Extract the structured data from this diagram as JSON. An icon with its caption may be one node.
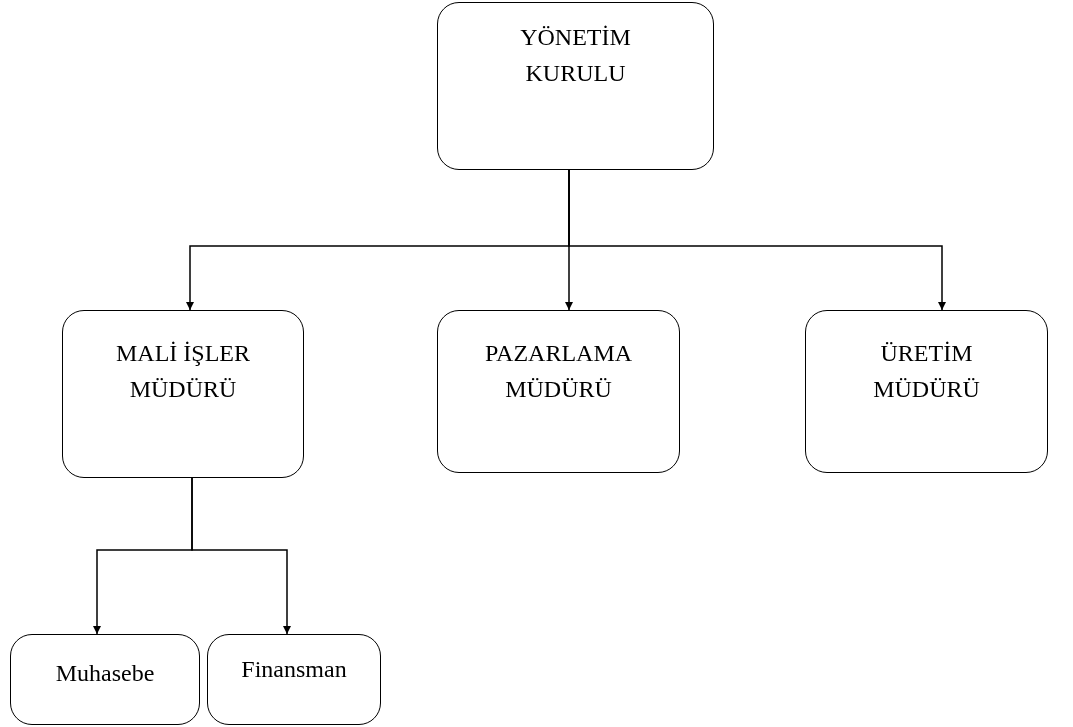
{
  "diagram": {
    "nodes": [
      {
        "text": [
          "YÖNETİM KURULU"
        ]
      },
      {
        "text": [
          "MALİ İŞLER MÜDÜRÜ"
        ]
      },
      {
        "text": [
          "PAZARLAMA MÜDÜRÜ"
        ]
      },
      {
        "text": [
          "ÜRETİM MÜDÜRÜ"
        ]
      },
      {
        "text": [
          "Muhasebe"
        ]
      },
      {
        "text": [
          "Finansman"
        ]
      }
    ],
    "edges": [
      {
        "from": 0,
        "to": 1,
        "arrow": "to"
      },
      {
        "from": 0,
        "to": 2,
        "arrow": "to"
      },
      {
        "from": 0,
        "to": 3,
        "arrow": "to"
      },
      {
        "from": 1,
        "to": 4,
        "arrow": "to"
      },
      {
        "from": 1,
        "to": 5,
        "arrow": "to"
      }
    ]
  }
}
